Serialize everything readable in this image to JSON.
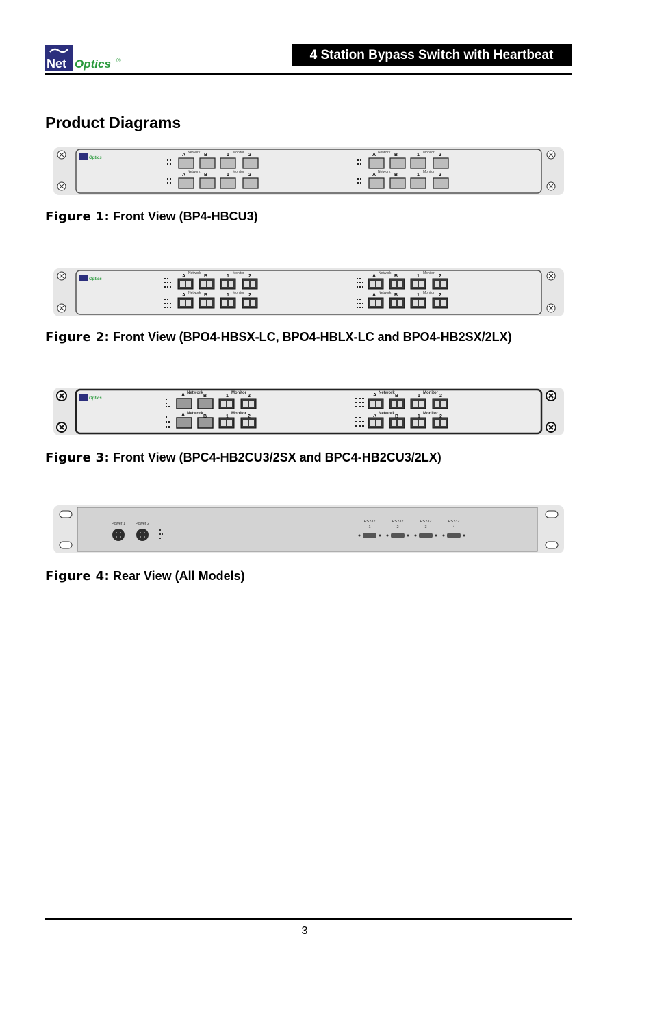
{
  "header": {
    "logo_net": "Net",
    "logo_optics": "Optics",
    "logo_reg": "®",
    "title": "4 Station Bypass Switch with Heartbeat"
  },
  "page_heading": "Product Diagrams",
  "panel_labels": {
    "network": "Network",
    "monitor": "Monitor",
    "port_a": "A",
    "port_b": "B",
    "port_1": "1",
    "port_2": "2",
    "device_logo": "Optics"
  },
  "rear_panel": {
    "power1": "Power 1",
    "power2": "Power 2",
    "rs232_label": "RS232",
    "rs232_ports": [
      "1",
      "2",
      "3",
      "4"
    ]
  },
  "figures": [
    {
      "label": "Figure 1:",
      "text": " Front View (BP4-HBCU3)"
    },
    {
      "label": "Figure 2:",
      "text": " Front View (BPO4-HBSX-LC, BPO4-HBLX-LC and BPO4-HB2SX/2LX)"
    },
    {
      "label": "Figure 3:",
      "text": " Front View (BPC4-HB2CU3/2SX and BPC4-HB2CU3/2LX)"
    },
    {
      "label": "Figure 4:",
      "text": " Rear View (All Models)"
    }
  ],
  "page_number": "3"
}
